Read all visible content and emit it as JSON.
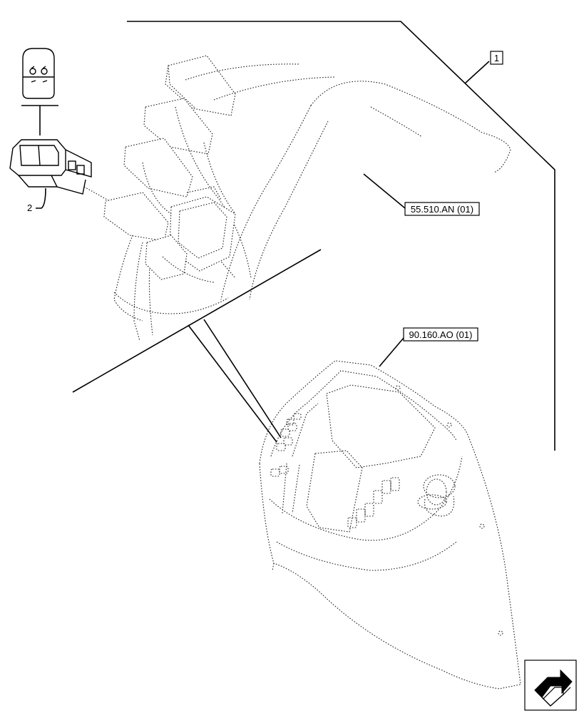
{
  "callouts": {
    "item_1": "1",
    "item_2": "2",
    "ref_55510": "55.510.AN (01)",
    "ref_90160": "90.160.AO (01)"
  },
  "icons": {
    "switch_symbol": "rocker-switch-symbol-icon",
    "next_page": "next-page-arrow-icon"
  },
  "colors": {
    "line": "#000000",
    "background": "#ffffff"
  }
}
